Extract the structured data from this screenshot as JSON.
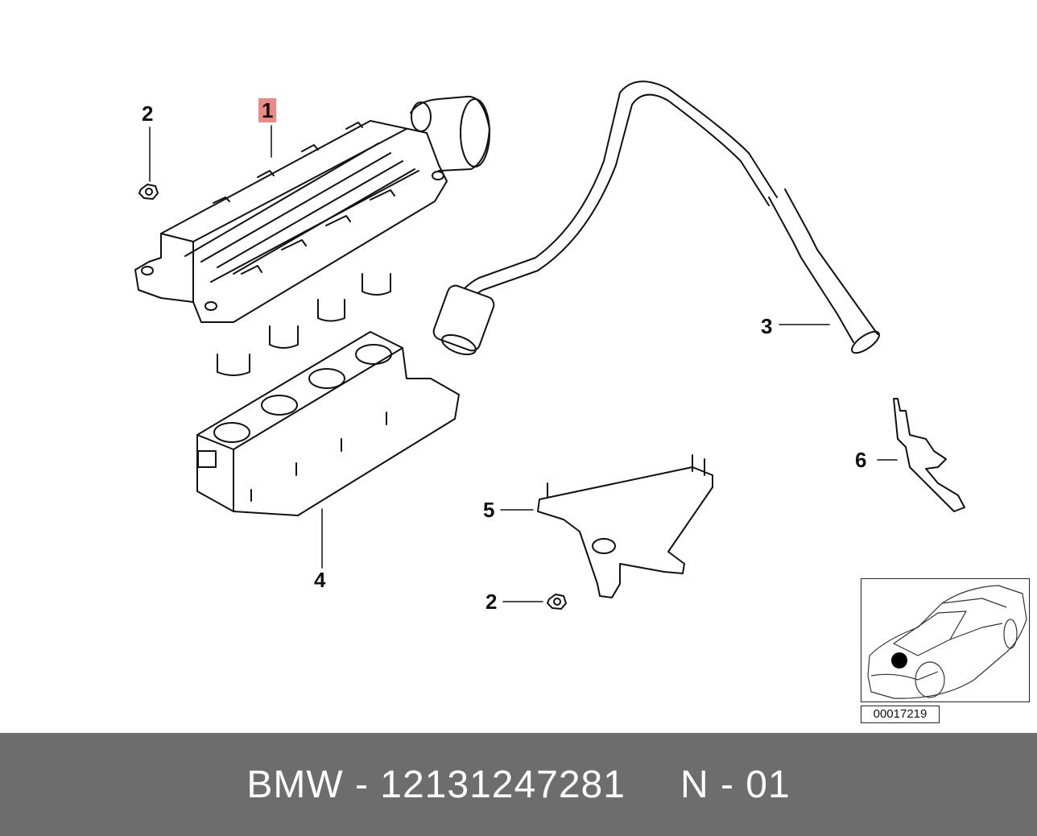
{
  "callouts": {
    "c1": "1",
    "c2_top": "2",
    "c2_bottom": "2",
    "c3": "3",
    "c4": "4",
    "c5": "5",
    "c6": "6"
  },
  "highlight_color": "#ea8a86",
  "inset_code": "00017219",
  "footer": {
    "part": "BMW - 12131247281",
    "ref": "N - 01"
  },
  "footer_color": "#6d6d6d"
}
